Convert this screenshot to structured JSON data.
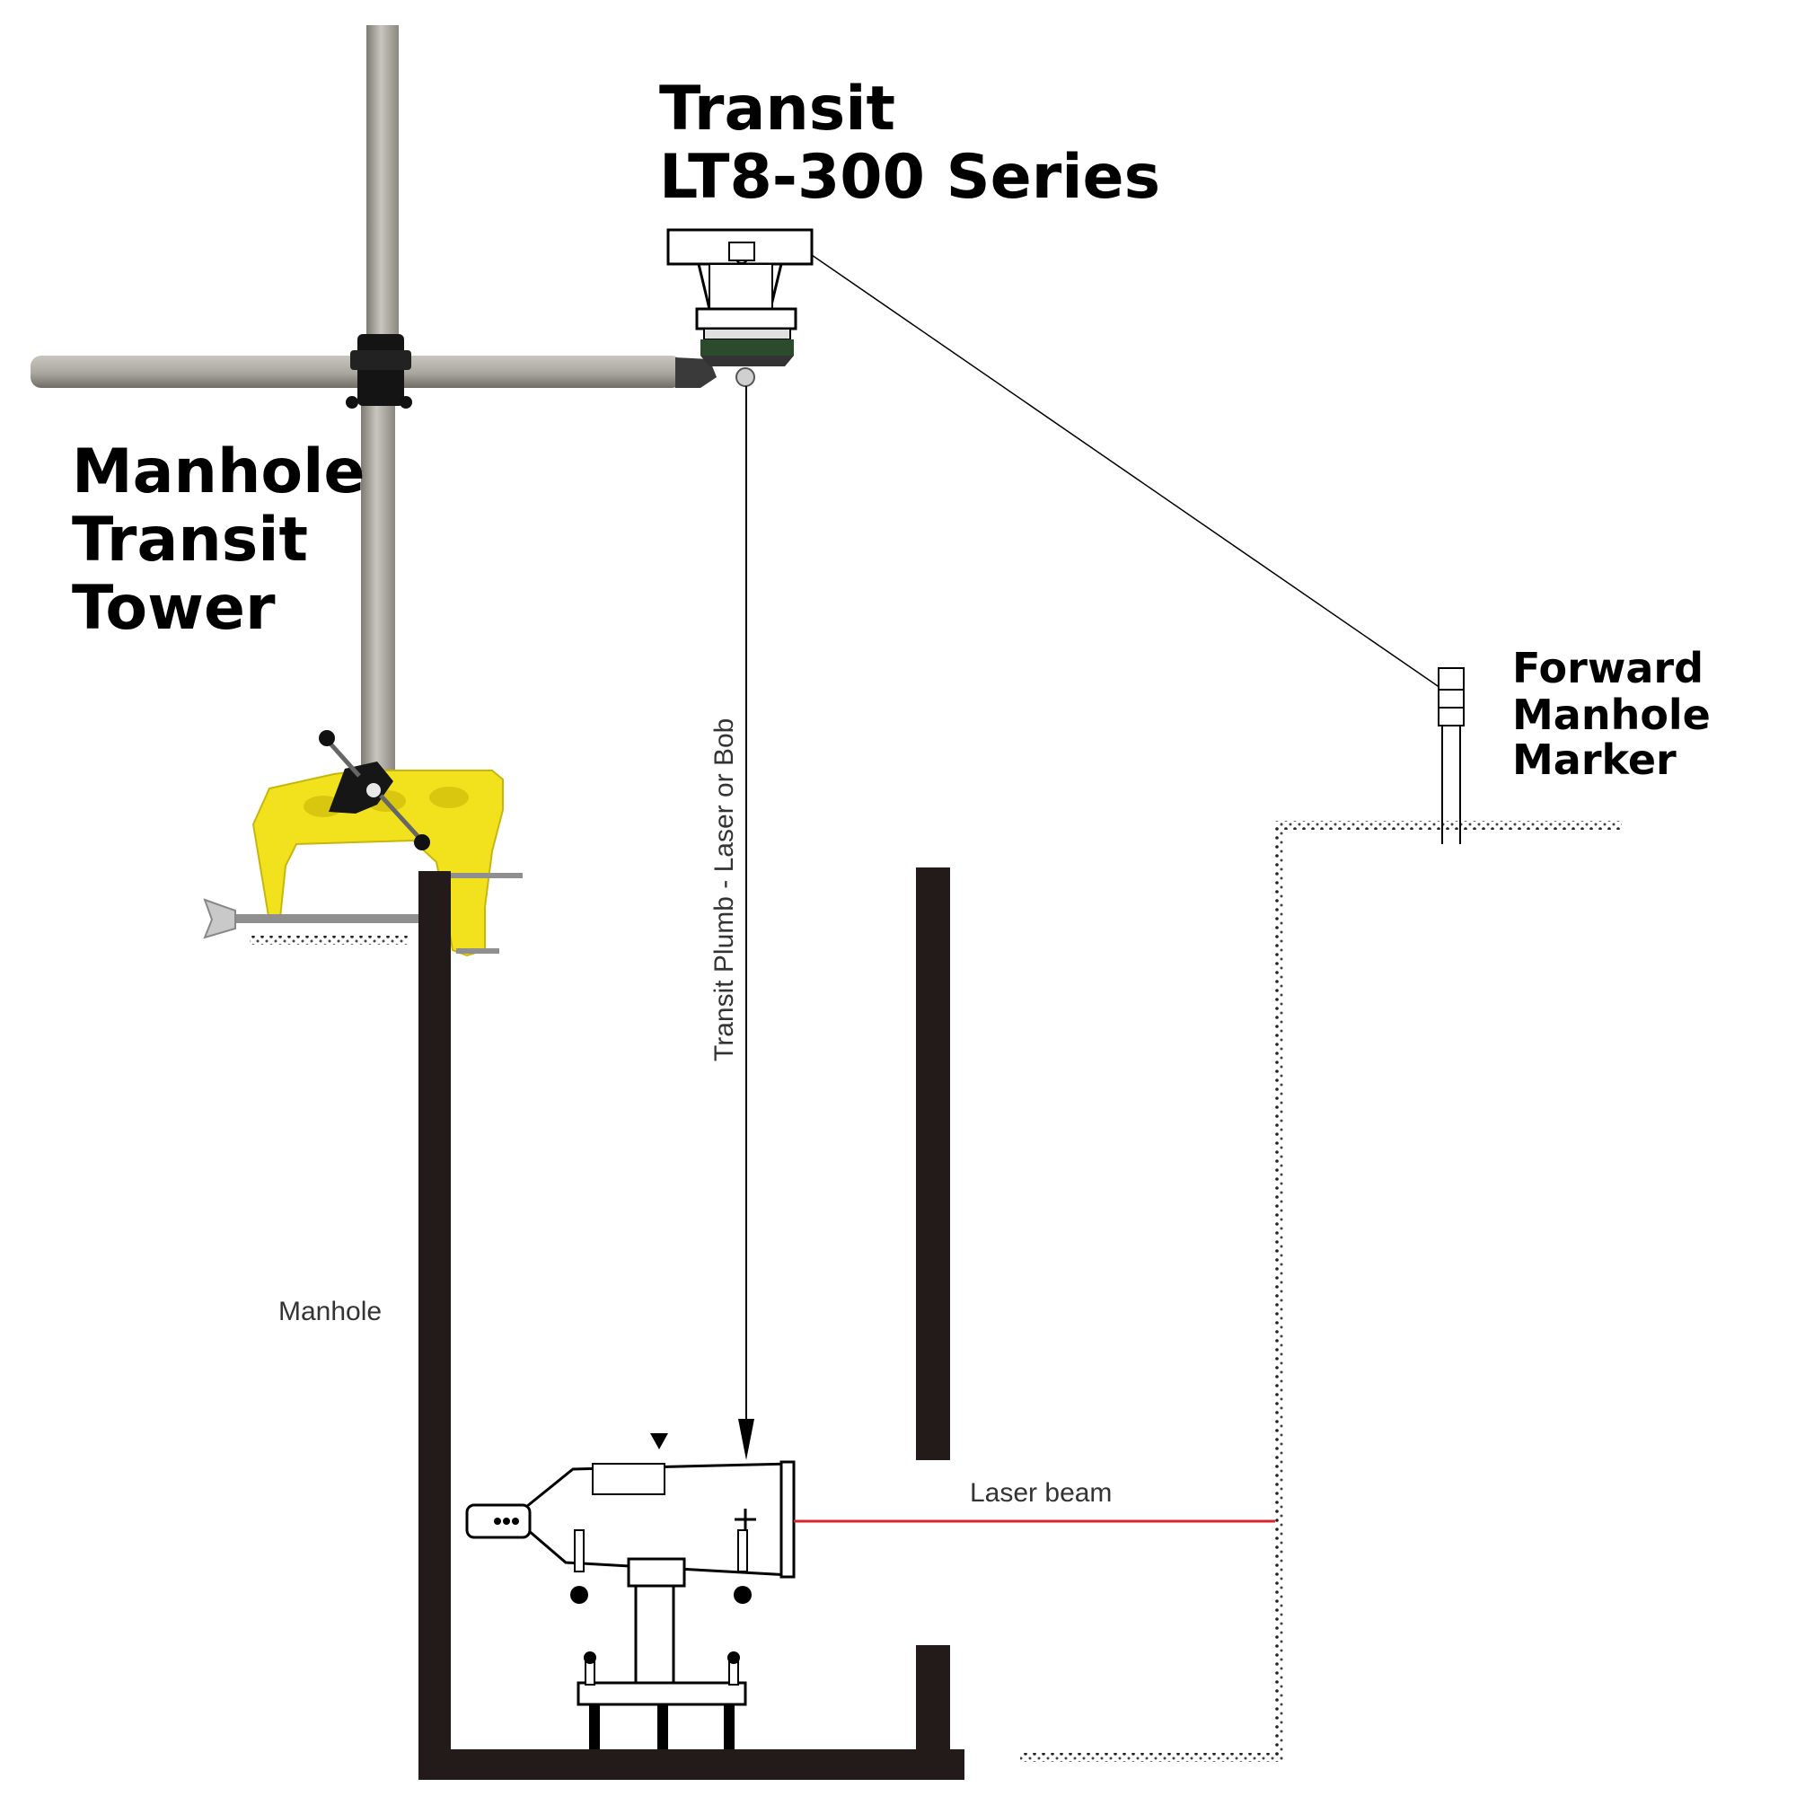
{
  "labels": {
    "transit_line1": "Transit",
    "transit_line2": "LT8-300 Series",
    "tower_line1": "Manhole",
    "tower_line2": "Transit",
    "tower_line3": "Tower",
    "marker_line1": "Forward",
    "marker_line2": "Manhole",
    "marker_line3": "Marker",
    "plumb_label": "Transit Plumb - Laser or Bob",
    "manhole_label": "Manhole",
    "laser_label": "Laser beam"
  },
  "colors": {
    "clamp_yellow": "#f2e21e",
    "pole_grey": "#a9a69f",
    "pole_shadow": "#7d7a74",
    "manhole_wall": "#231a1a",
    "laser_red": "#d8242b",
    "ink": "#000000"
  }
}
